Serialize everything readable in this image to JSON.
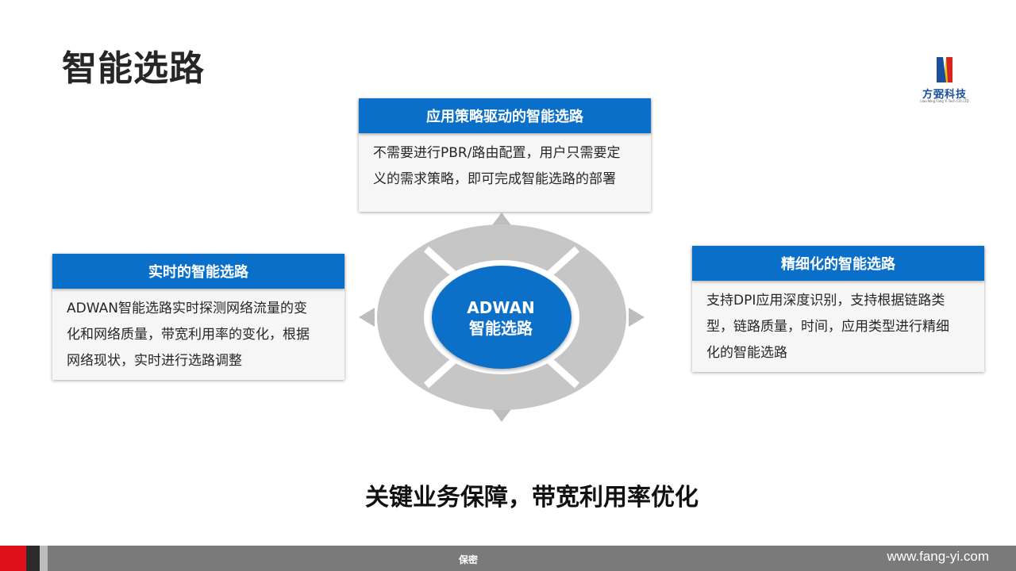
{
  "title": "智能选路",
  "logo": {
    "name": "方弼科技",
    "subtitle": "Liao Ning Fang Yi Tech CO.,LTD"
  },
  "center": {
    "line1": "ADWAN",
    "line2": "智能选路"
  },
  "cards": {
    "top": {
      "title": "应用策略驱动的智能选路",
      "lines": [
        "不需要进行PBR/路由配置，用户只需要定",
        "义的需求策略，即可完成智能选路的部署"
      ]
    },
    "left": {
      "title": "实时的智能选路",
      "lines": [
        "ADWAN智能选路实时探测网络流量的变",
        "化和网络质量，带宽利用率的变化，根据",
        "网络现状，实时进行选路调整"
      ]
    },
    "right": {
      "title": "精细化的智能选路",
      "lines": [
        "支持DPI应用深度识别，支持根据链路类",
        "型，链路质量，时间，应用类型进行精细",
        "化的智能选路"
      ]
    }
  },
  "slogan": "关键业务保障，带宽利用率优化",
  "footer": {
    "label": "保密",
    "url": "www.fang-yi.com"
  },
  "colors": {
    "accent": "#0a6fc8",
    "wheel": "#c8c8c8",
    "center": "#0a6fc8",
    "footer": "#7a7a7a"
  }
}
